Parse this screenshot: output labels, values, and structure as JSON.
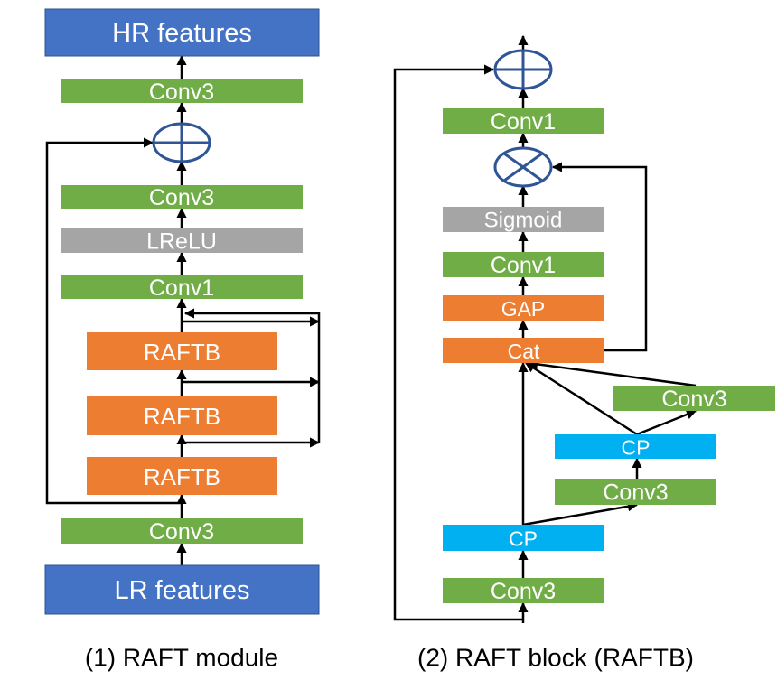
{
  "colors": {
    "blue": "#4472c4",
    "green": "#70ad47",
    "gray": "#a5a5a5",
    "orange": "#ed7d31",
    "cyan": "#00b0f0",
    "operator": "#2f5597",
    "line": "#000000"
  },
  "raft_module": {
    "caption": "(1) RAFT module",
    "blocks": [
      {
        "name": "hr-features-block",
        "label": "HR features",
        "color": "blue"
      },
      {
        "name": "conv3-top-block",
        "label": "Conv3",
        "color": "green"
      },
      {
        "name": "conv3-mid-block",
        "label": "Conv3",
        "color": "green"
      },
      {
        "name": "lrelu-block",
        "label": "LReLU",
        "color": "gray"
      },
      {
        "name": "conv1-block",
        "label": "Conv1",
        "color": "green"
      },
      {
        "name": "raftb-block-3",
        "label": "RAFTB",
        "color": "orange"
      },
      {
        "name": "raftb-block-2",
        "label": "RAFTB",
        "color": "orange"
      },
      {
        "name": "raftb-block-1",
        "label": "RAFTB",
        "color": "orange"
      },
      {
        "name": "conv3-bottom-block",
        "label": "Conv3",
        "color": "green"
      },
      {
        "name": "lr-features-block",
        "label": "LR features",
        "color": "blue"
      }
    ],
    "operators": [
      {
        "name": "add-operator-icon",
        "type": "add"
      }
    ]
  },
  "raft_block": {
    "caption": "(2) RAFT block (RAFTB)",
    "blocks": [
      {
        "name": "conv1-top-block",
        "label": "Conv1",
        "color": "green"
      },
      {
        "name": "sigmoid-block",
        "label": "Sigmoid",
        "color": "gray"
      },
      {
        "name": "conv1-lower-block",
        "label": "Conv1",
        "color": "green"
      },
      {
        "name": "gap-block",
        "label": "GAP",
        "color": "orange"
      },
      {
        "name": "cat-block",
        "label": "Cat",
        "color": "orange"
      },
      {
        "name": "conv3-right-top-block",
        "label": "Conv3",
        "color": "green"
      },
      {
        "name": "cp-right-block",
        "label": "CP",
        "color": "cyan"
      },
      {
        "name": "conv3-right-block",
        "label": "Conv3",
        "color": "green"
      },
      {
        "name": "cp-left-block",
        "label": "CP",
        "color": "cyan"
      },
      {
        "name": "conv3-bottom-block",
        "label": "Conv3",
        "color": "green"
      }
    ],
    "operators": [
      {
        "name": "add-operator-icon",
        "type": "add"
      },
      {
        "name": "multiply-operator-icon",
        "type": "multiply"
      }
    ]
  }
}
